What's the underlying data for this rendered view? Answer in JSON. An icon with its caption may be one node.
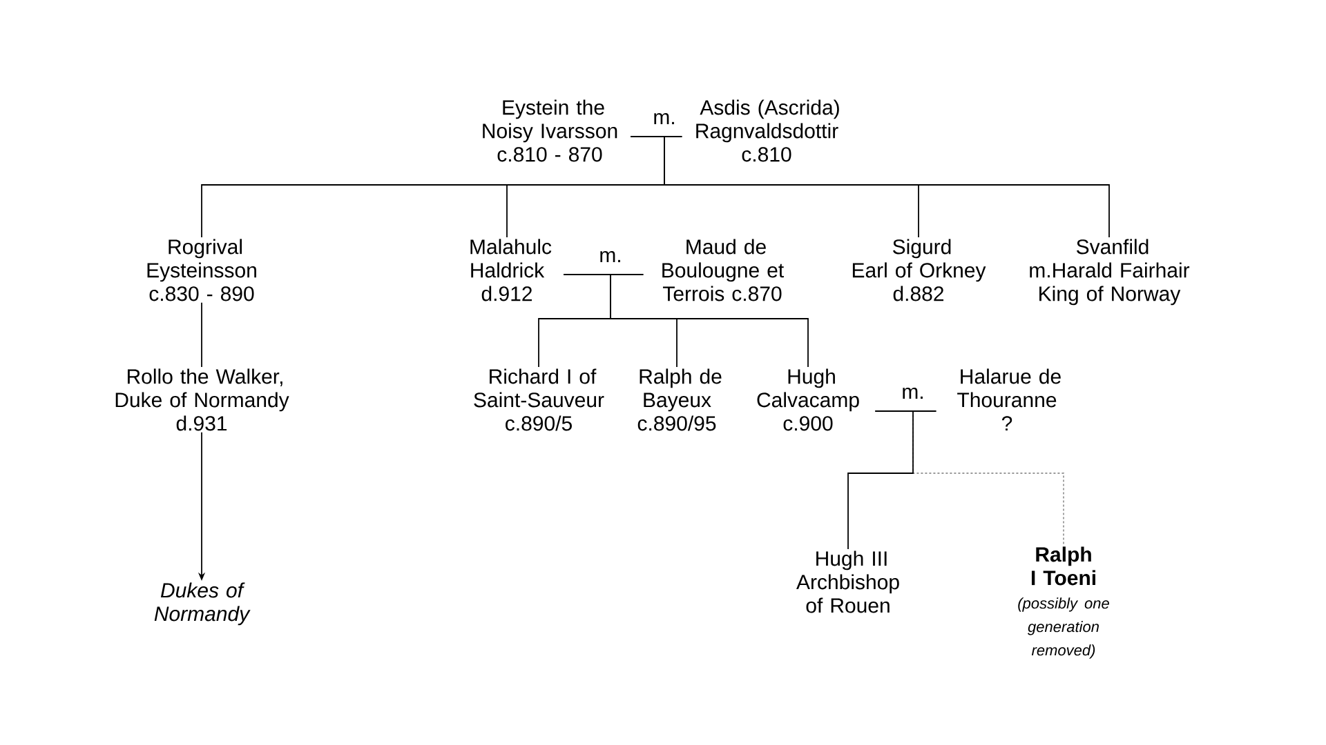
{
  "diagram": {
    "nodes": [
      {
        "text": [
          "Eystein the Noisy Ivarsson",
          "c.810 - 870"
        ]
      },
      {
        "text": [
          "Asdis (Ascrida) Ragnvaldsdottir",
          "c.810"
        ]
      },
      {
        "text": [
          "Rogrival Eysteinsson",
          "c.830 - 890"
        ]
      },
      {
        "text": [
          "Malahulc Haldrick",
          "d.912"
        ]
      },
      {
        "text": [
          "Maud de Boulougne et Terrois c.870"
        ]
      },
      {
        "text": [
          "Sigurd",
          "Earl of Orkney",
          "d.882"
        ]
      },
      {
        "text": [
          "Svanfild",
          "m.Harald Fairhair King of Norway"
        ]
      },
      {
        "text": [
          "Rollo the Walker, Duke of Normandy",
          "d.931"
        ]
      },
      {
        "text": [
          "Dukes of Normandy"
        ]
      },
      {
        "text": [
          "Richard I of Saint-Sauveur",
          "c.890/5"
        ]
      },
      {
        "text": [
          "Ralph de Bayeux",
          "c.890/95"
        ]
      },
      {
        "text": [
          "Hugh Calvacamp",
          "c.900"
        ]
      },
      {
        "text": [
          "Halarue de Thouranne",
          "?"
        ]
      },
      {
        "text": [
          "Hugh III",
          "Archbishop of Rouen"
        ]
      },
      {
        "text": [
          "Ralph I Toeni",
          "(possibly one generation removed)"
        ]
      }
    ],
    "edges": [
      {
        "from": 0,
        "to": 1,
        "arrow": "none",
        "label": "m."
      },
      {
        "from": 0,
        "to": 2,
        "arrow": "none"
      },
      {
        "from": 0,
        "to": 3,
        "arrow": "none"
      },
      {
        "from": 0,
        "to": 5,
        "arrow": "none"
      },
      {
        "from": 0,
        "to": 6,
        "arrow": "none"
      },
      {
        "from": 2,
        "to": 7,
        "arrow": "none"
      },
      {
        "from": 7,
        "to": 8,
        "arrow": "to"
      },
      {
        "from": 3,
        "to": 4,
        "arrow": "none",
        "label": "m."
      },
      {
        "from": 3,
        "to": 9,
        "arrow": "none"
      },
      {
        "from": 3,
        "to": 10,
        "arrow": "none"
      },
      {
        "from": 3,
        "to": 11,
        "arrow": "none"
      },
      {
        "from": 11,
        "to": 12,
        "arrow": "none",
        "label": "m."
      },
      {
        "from": 11,
        "to": 13,
        "arrow": "none"
      },
      {
        "from": 11,
        "to": 14,
        "arrow": "none",
        "style": "dashed",
        "color": "#999999"
      }
    ]
  }
}
